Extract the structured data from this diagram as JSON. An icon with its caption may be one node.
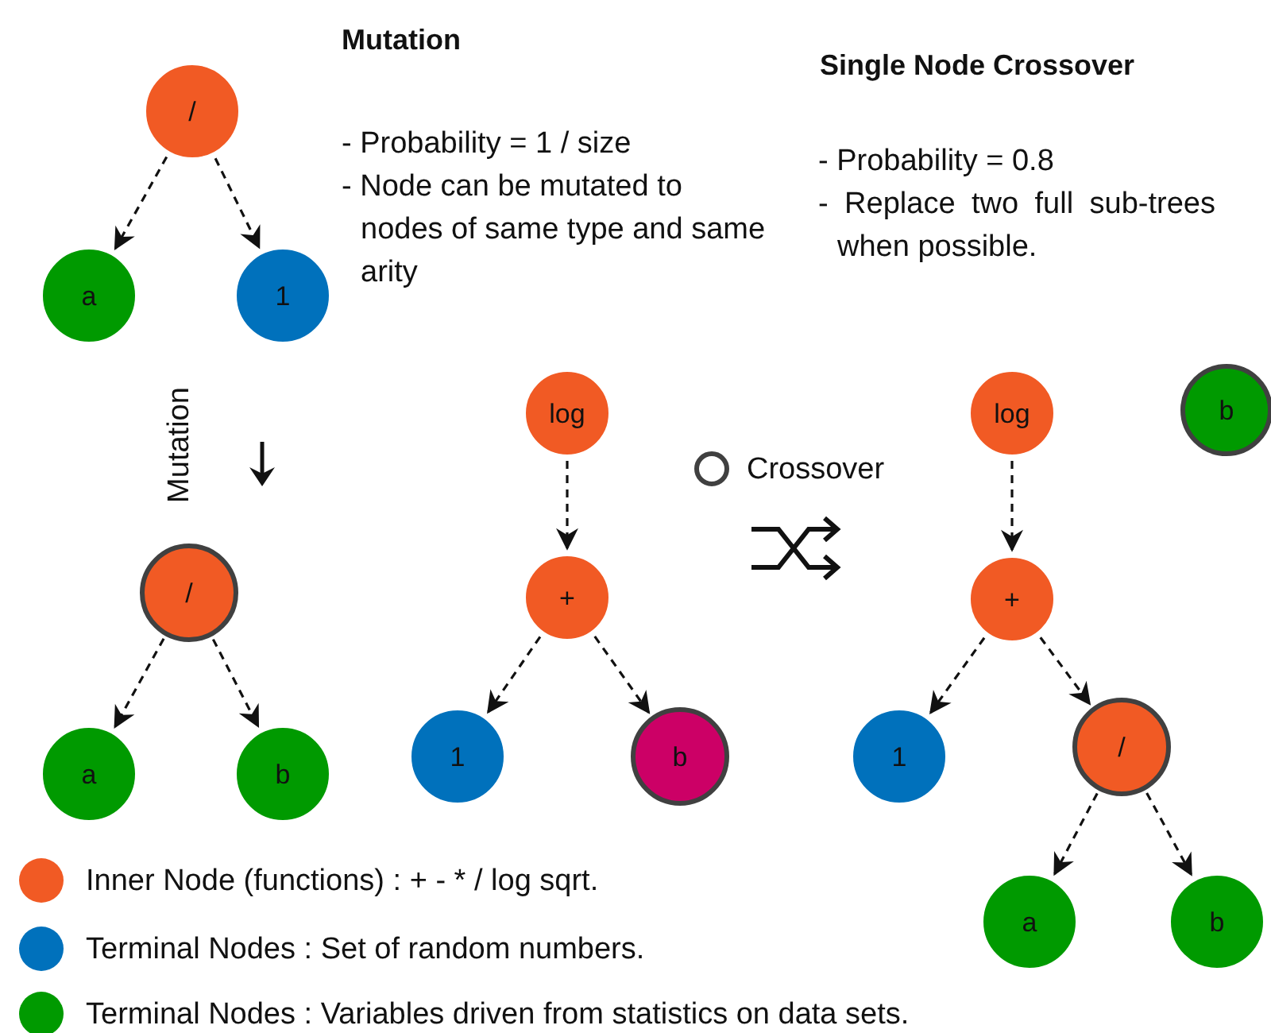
{
  "diagram": {
    "nodes": [
      {
        "text": [
          "/"
        ]
      },
      {
        "text": [
          "a"
        ]
      },
      {
        "text": [
          "1"
        ]
      },
      {
        "text": [
          "log"
        ]
      },
      {
        "text": [
          "log"
        ]
      },
      {
        "text": [
          "b"
        ]
      },
      {
        "text": [
          "/"
        ]
      },
      {
        "text": [
          "+"
        ]
      },
      {
        "text": [
          "+"
        ]
      },
      {
        "text": [
          "a"
        ]
      },
      {
        "text": [
          "b"
        ]
      },
      {
        "text": [
          "1"
        ]
      },
      {
        "text": [
          "b"
        ]
      },
      {
        "text": [
          "1"
        ]
      },
      {
        "text": [
          "/"
        ]
      },
      {
        "text": [
          "a"
        ]
      },
      {
        "text": [
          "b"
        ]
      }
    ],
    "edges": [
      {
        "from": 0,
        "to": 1,
        "arrow": "to",
        "style": "dashed"
      },
      {
        "from": 0,
        "to": 2,
        "arrow": "to",
        "style": "dashed"
      },
      {
        "from": 3,
        "to": 7,
        "arrow": "to",
        "style": "dashed"
      },
      {
        "from": 4,
        "to": 8,
        "arrow": "to",
        "style": "dashed"
      },
      {
        "from": 6,
        "to": 9,
        "arrow": "to",
        "style": "dashed"
      },
      {
        "from": 6,
        "to": 10,
        "arrow": "to",
        "style": "dashed"
      },
      {
        "from": 7,
        "to": 11,
        "arrow": "to",
        "style": "dashed"
      },
      {
        "from": 7,
        "to": 12,
        "arrow": "to",
        "style": "dashed"
      },
      {
        "from": 8,
        "to": 13,
        "arrow": "to",
        "style": "dashed"
      },
      {
        "from": 8,
        "to": 14,
        "arrow": "to",
        "style": "dashed"
      },
      {
        "from": 14,
        "to": 15,
        "arrow": "to",
        "style": "dashed"
      },
      {
        "from": 14,
        "to": 16,
        "arrow": "to",
        "style": "dashed"
      }
    ],
    "labels": [
      "Mutation",
      "- Probability = 1 / size",
      "- Node can be mutated to nodes of same type and same arity",
      "Single Node Crossover",
      "- Probability = 0.8",
      "- Replace two full sub-trees when possible.",
      "Mutation"
    ],
    "legend": [
      {
        "text": "Crossover"
      },
      {
        "text": "Inner Node (functions) : + - * / log sqrt.",
        "color": "#f15a24"
      },
      {
        "text": "Terminal Nodes : Set of random numbers.",
        "color": "#0071bc"
      },
      {
        "text": "Terminal Nodes : Variables driven from statistics on data sets.",
        "color": "#009a00"
      }
    ]
  }
}
